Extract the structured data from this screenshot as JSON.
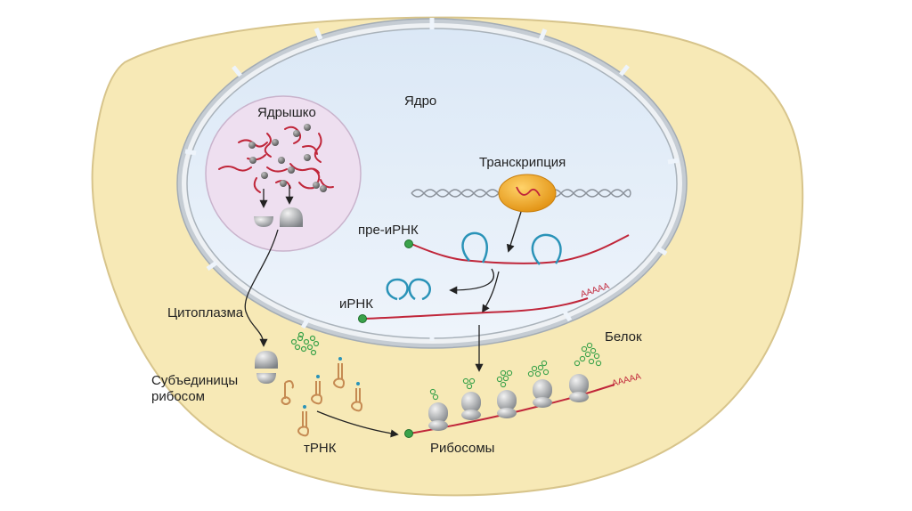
{
  "colors": {
    "cell_outer": "#f7e9b6",
    "cell_outer_stroke": "#d7c48b",
    "nucleus_fill": "#e3eef9",
    "envelope": "#c5ccd3",
    "nucleolus_fill": "#eedff0",
    "rna": "#c0263a",
    "loop": "#2a93b8",
    "cap": "#3aa24a",
    "protein": "#8fd19c",
    "ribosome": "#a3a6aa",
    "trna": "#c58a52",
    "polymerase": "#f0a81e",
    "dna": "#8a9099"
  },
  "labels": {
    "nucleus": "Ядро",
    "nucleolus": "Ядрышко",
    "transcription": "Транскрипция",
    "pre_mrna": "пре-иРНК",
    "mrna": "иРНК",
    "cytoplasm": "Цитоплазма",
    "subunits_line1": "Субъединицы",
    "subunits_line2": "рибосом",
    "trna": "тРНК",
    "ribosomes": "Рибосомы",
    "protein": "Белок",
    "polya_nucleus": "AAAAA",
    "polya_cytoplasm": "AAAAA"
  },
  "icons": [
    "ribosome-icon",
    "trna-icon",
    "polymerase-icon",
    "cap-icon",
    "arrow-icon"
  ]
}
